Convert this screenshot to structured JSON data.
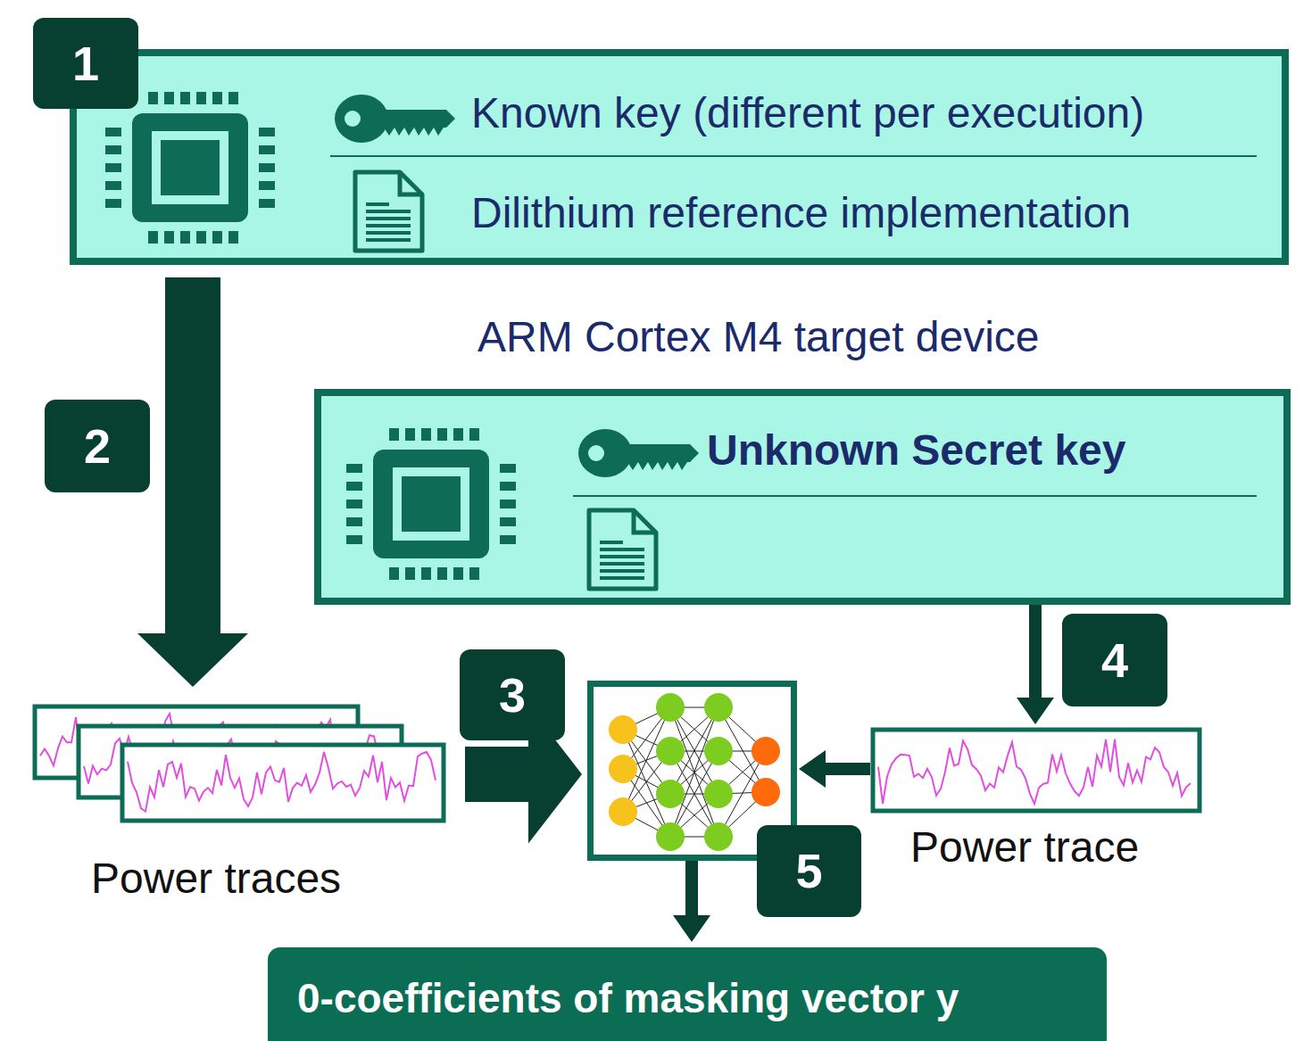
{
  "diagram": {
    "nodes": [
      {
        "text": [
          "Known key (different per execution)",
          "Dilithium reference implementation"
        ]
      },
      {
        "text": [
          "Unknown Secret key"
        ]
      },
      {
        "text": [
          "Power traces"
        ]
      },
      {
        "text": []
      },
      {
        "text": [
          "Power trace"
        ]
      },
      {
        "text": [
          "0-coefficients of masking vector y"
        ]
      }
    ],
    "edges": [
      {
        "from": 0,
        "to": 2,
        "arrow": "to"
      },
      {
        "from": 1,
        "to": 4,
        "arrow": "to"
      },
      {
        "from": 2,
        "to": 3,
        "arrow": "to"
      },
      {
        "from": 4,
        "to": 3,
        "arrow": "to"
      },
      {
        "from": 3,
        "to": 5,
        "arrow": "to"
      }
    ],
    "labels": [
      "1",
      "2",
      "ARM Cortex M4 target device",
      "3",
      "4",
      "5"
    ]
  }
}
